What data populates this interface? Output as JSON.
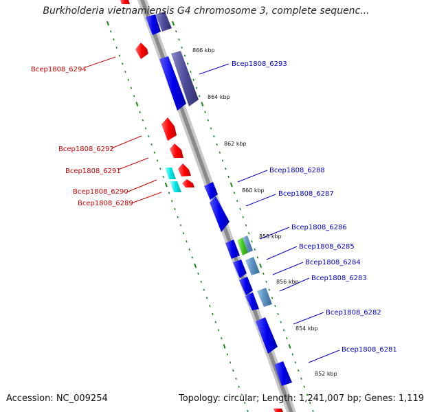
{
  "title": "Burkholderia vietnamiensis G4 chromosome 3, complete sequenc...",
  "footer": {
    "accession": "Accession: NC_009254",
    "meta": "Topology: circular; Length: 1,241,007 bp; Genes: 1,119"
  },
  "colors": {
    "reverse_strand": "#ff0000",
    "forward_strand": "#0000ee",
    "rna": "#00e5e5",
    "backbone": "#999999",
    "ruler": "#118811",
    "forward_label": "#0000cc",
    "reverse_label": "#cc0000"
  },
  "ticks": [
    "866 kbp",
    "864 kbp",
    "862 kbp",
    "860 kbp",
    "858 kbp",
    "856 kbp",
    "854 kbp",
    "852 kbp"
  ],
  "genes_left": [
    "Bcep1808_6294",
    "Bcep1808_6292",
    "Bcep1808_6291",
    "Bcep1808_6290",
    "Bcep1808_6289"
  ],
  "genes_right": [
    "Bcep1808_6293",
    "Bcep1808_6288",
    "Bcep1808_6287",
    "Bcep1808_6286",
    "Bcep1808_6285",
    "Bcep1808_6284",
    "Bcep1808_6283",
    "Bcep1808_6282",
    "Bcep1808_6281"
  ]
}
